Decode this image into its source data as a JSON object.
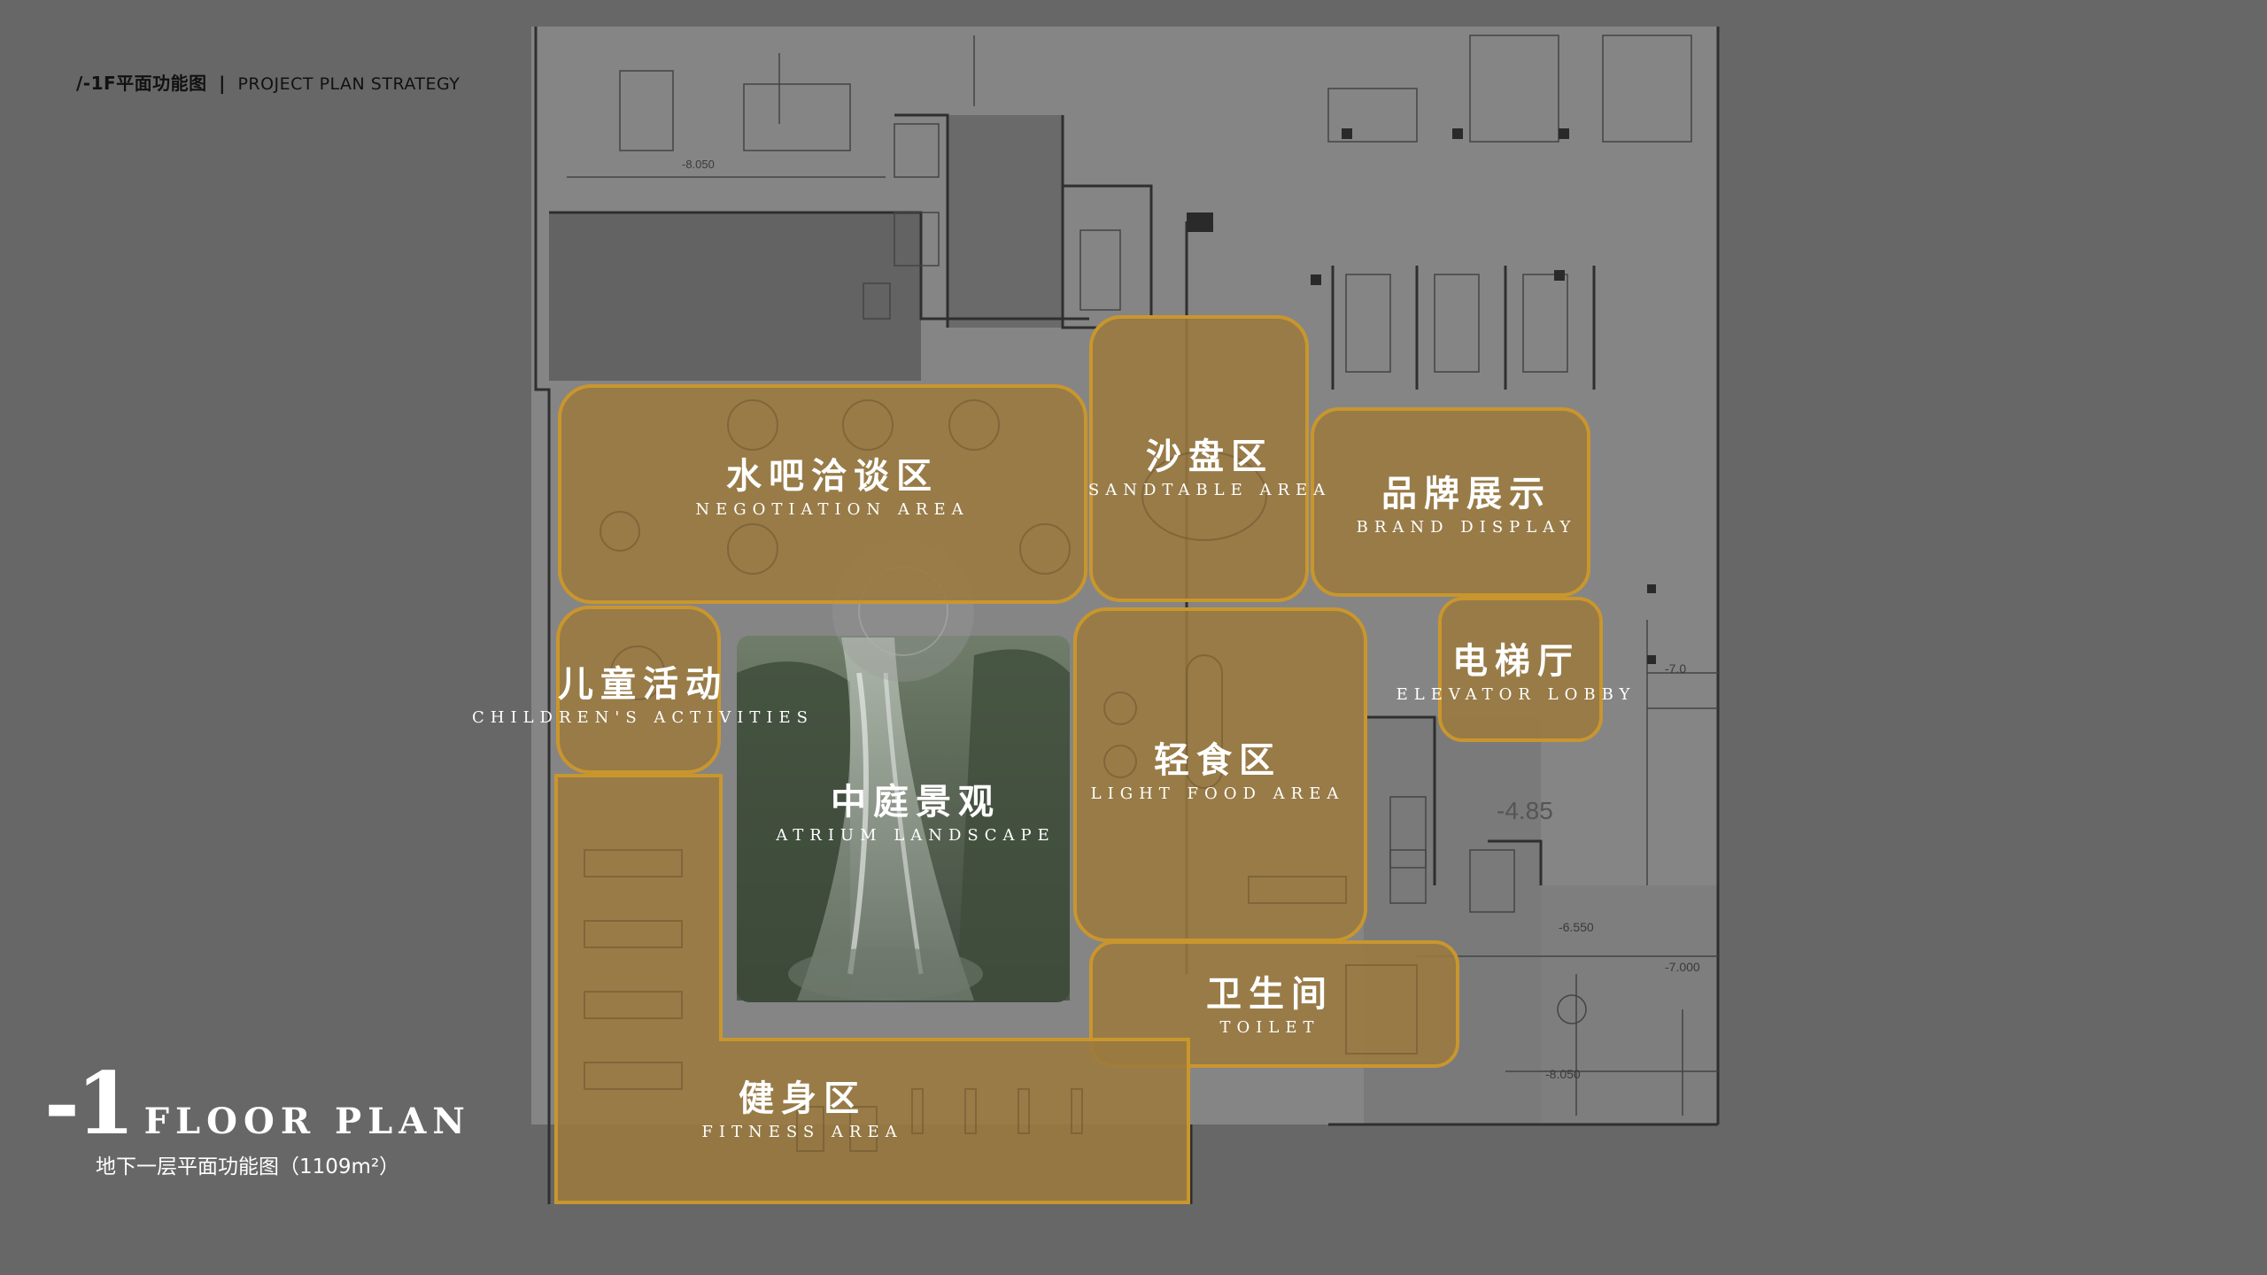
{
  "header": {
    "title_cn": "/-1F平面功能图",
    "separator": "|",
    "title_en": "PROJECT PLAN STRATEGY"
  },
  "zones": {
    "negotiation": {
      "cn": "水吧洽谈区",
      "en": "NEGOTIATION AREA"
    },
    "sandtable": {
      "cn": "沙盘区",
      "en": "SANDTABLE AREA"
    },
    "brand": {
      "cn": "品牌展示",
      "en": "BRAND DISPLAY"
    },
    "elevator": {
      "cn": "电梯厅",
      "en": "ELEVATOR LOBBY"
    },
    "children": {
      "cn": "儿童活动",
      "en": "CHILDREN'S ACTIVITIES"
    },
    "atrium": {
      "cn": "中庭景观",
      "en": "ATRIUM LANDSCAPE"
    },
    "lightfood": {
      "cn": "轻食区",
      "en": "LIGHT FOOD AREA"
    },
    "toilet": {
      "cn": "卫生间",
      "en": "TOILET"
    },
    "fitness": {
      "cn": "健身区",
      "en": "FITNESS AREA"
    }
  },
  "plan_title": {
    "number": "-1",
    "text": "FLOOR PLAN",
    "subtitle": "地下一层平面功能图（1109m²）"
  },
  "drawing_text": {
    "elev_1": "-8.050",
    "elev_2": "-4.85",
    "elev_3": "-6.550",
    "elev_4": "-7.000",
    "elev_5": "-8.050",
    "elev_6": "-7.0"
  },
  "colors": {
    "background": "#676767",
    "zone_fill": "#9b7a3f",
    "zone_stroke": "#c9962e",
    "plan_paper": "#8a8a8a",
    "plan_line": "#3a3a3a"
  }
}
